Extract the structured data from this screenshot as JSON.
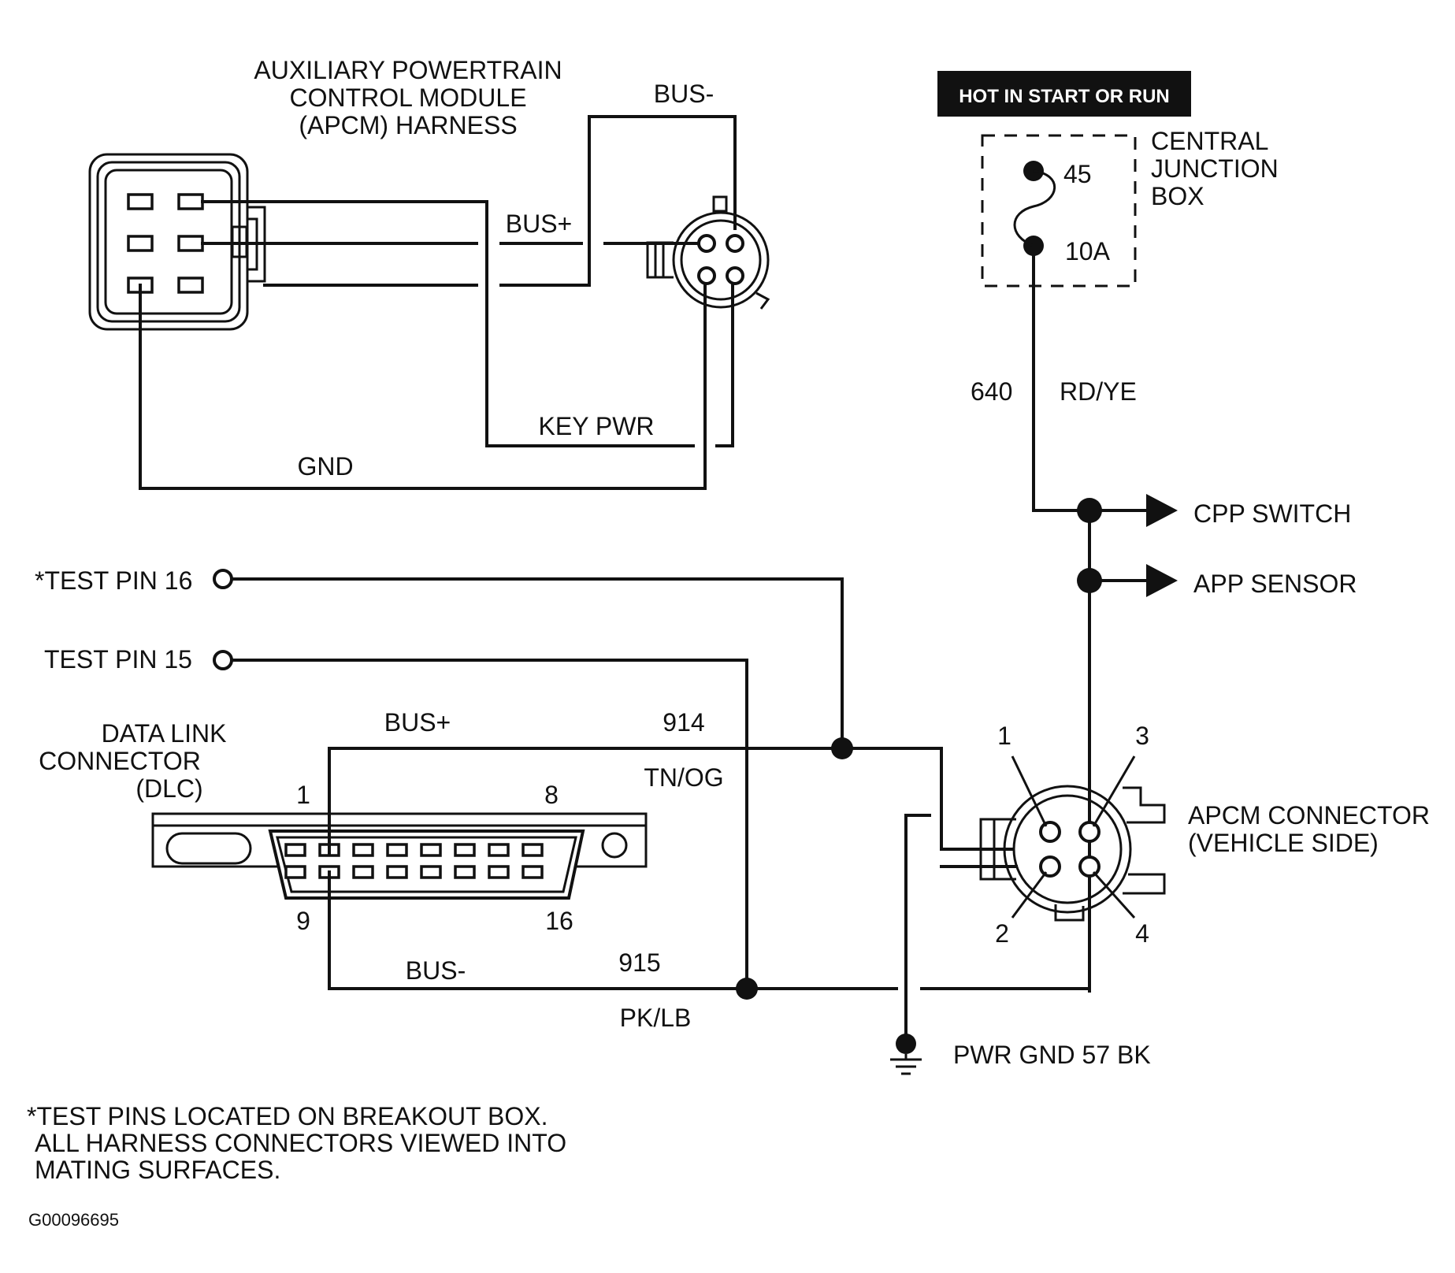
{
  "apcm_harness": {
    "title_line1": "AUXILIARY POWERTRAIN",
    "title_line2": "CONTROL MODULE",
    "title_line3": "(APCM) HARNESS",
    "wire_bus_minus": "BUS-",
    "wire_bus_plus": "BUS+",
    "wire_key_pwr": "KEY PWR",
    "wire_gnd": "GND"
  },
  "fuse_box": {
    "banner": "HOT IN START OR RUN",
    "label_line1": "CENTRAL",
    "label_line2": "JUNCTION",
    "label_line3": "BOX",
    "fuse_number": "45",
    "fuse_rating": "10A"
  },
  "power_circuit": {
    "circuit": "640",
    "color": "RD/YE",
    "branch1": "CPP SWITCH",
    "branch2": "APP SENSOR"
  },
  "test_pins": {
    "pin16": "*TEST PIN 16",
    "pin15": "TEST PIN 15"
  },
  "dlc": {
    "label_line1": "DATA LINK",
    "label_line2": "CONNECTOR",
    "label_line3": "(DLC)",
    "pin1": "1",
    "pin8": "8",
    "pin9": "9",
    "pin16": "16"
  },
  "bus_plus_wire": {
    "name": "BUS+",
    "circuit": "914",
    "color": "TN/OG"
  },
  "bus_minus_wire": {
    "name": "BUS-",
    "circuit": "915",
    "color": "PK/LB"
  },
  "apcm_connector": {
    "label_line1": "APCM CONNECTOR",
    "label_line2": "(VEHICLE SIDE)",
    "pin1": "1",
    "pin2": "2",
    "pin3": "3",
    "pin4": "4"
  },
  "ground": {
    "label": "PWR GND 57 BK"
  },
  "footnote": {
    "line1": "*TEST PINS LOCATED ON BREAKOUT BOX.",
    "line2": "ALL HARNESS CONNECTORS VIEWED INTO",
    "line3": "MATING SURFACES."
  },
  "figure_id": "G00096695"
}
